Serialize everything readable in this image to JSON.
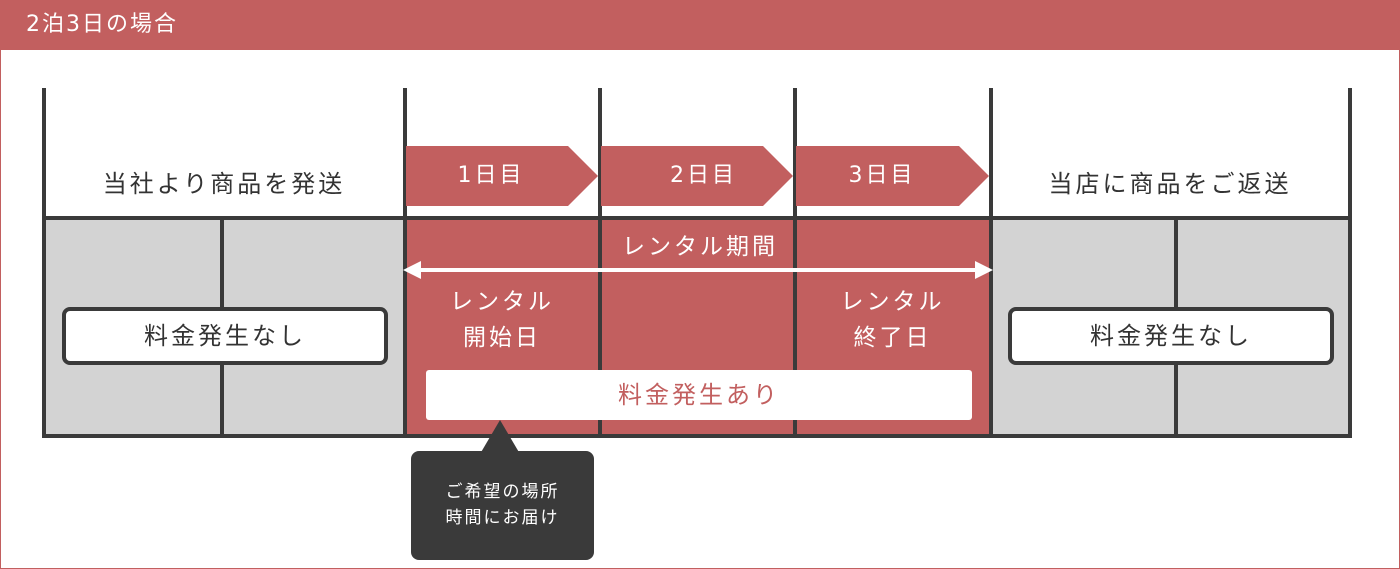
{
  "header": {
    "title": "2泊3日の場合"
  },
  "columns": {
    "ship_out": "当社より商品を発送",
    "return": "当店に商品をご返送"
  },
  "days": [
    "1日目",
    "2日目",
    "3日目"
  ],
  "rental_period": "レンタル期間",
  "rental_start": {
    "line1": "レンタル",
    "line2": "開始日"
  },
  "rental_end": {
    "line1": "レンタル",
    "line2": "終了日"
  },
  "no_charge_left": "料金発生なし",
  "no_charge_right": "料金発生なし",
  "charge": "料金発生あり",
  "delivery_note": {
    "line1": "ご希望の場所",
    "line2": "時間にお届け"
  },
  "colors": {
    "accent": "#c25f5f",
    "gray": "#d3d3d3",
    "dark": "#3a3a3a"
  }
}
